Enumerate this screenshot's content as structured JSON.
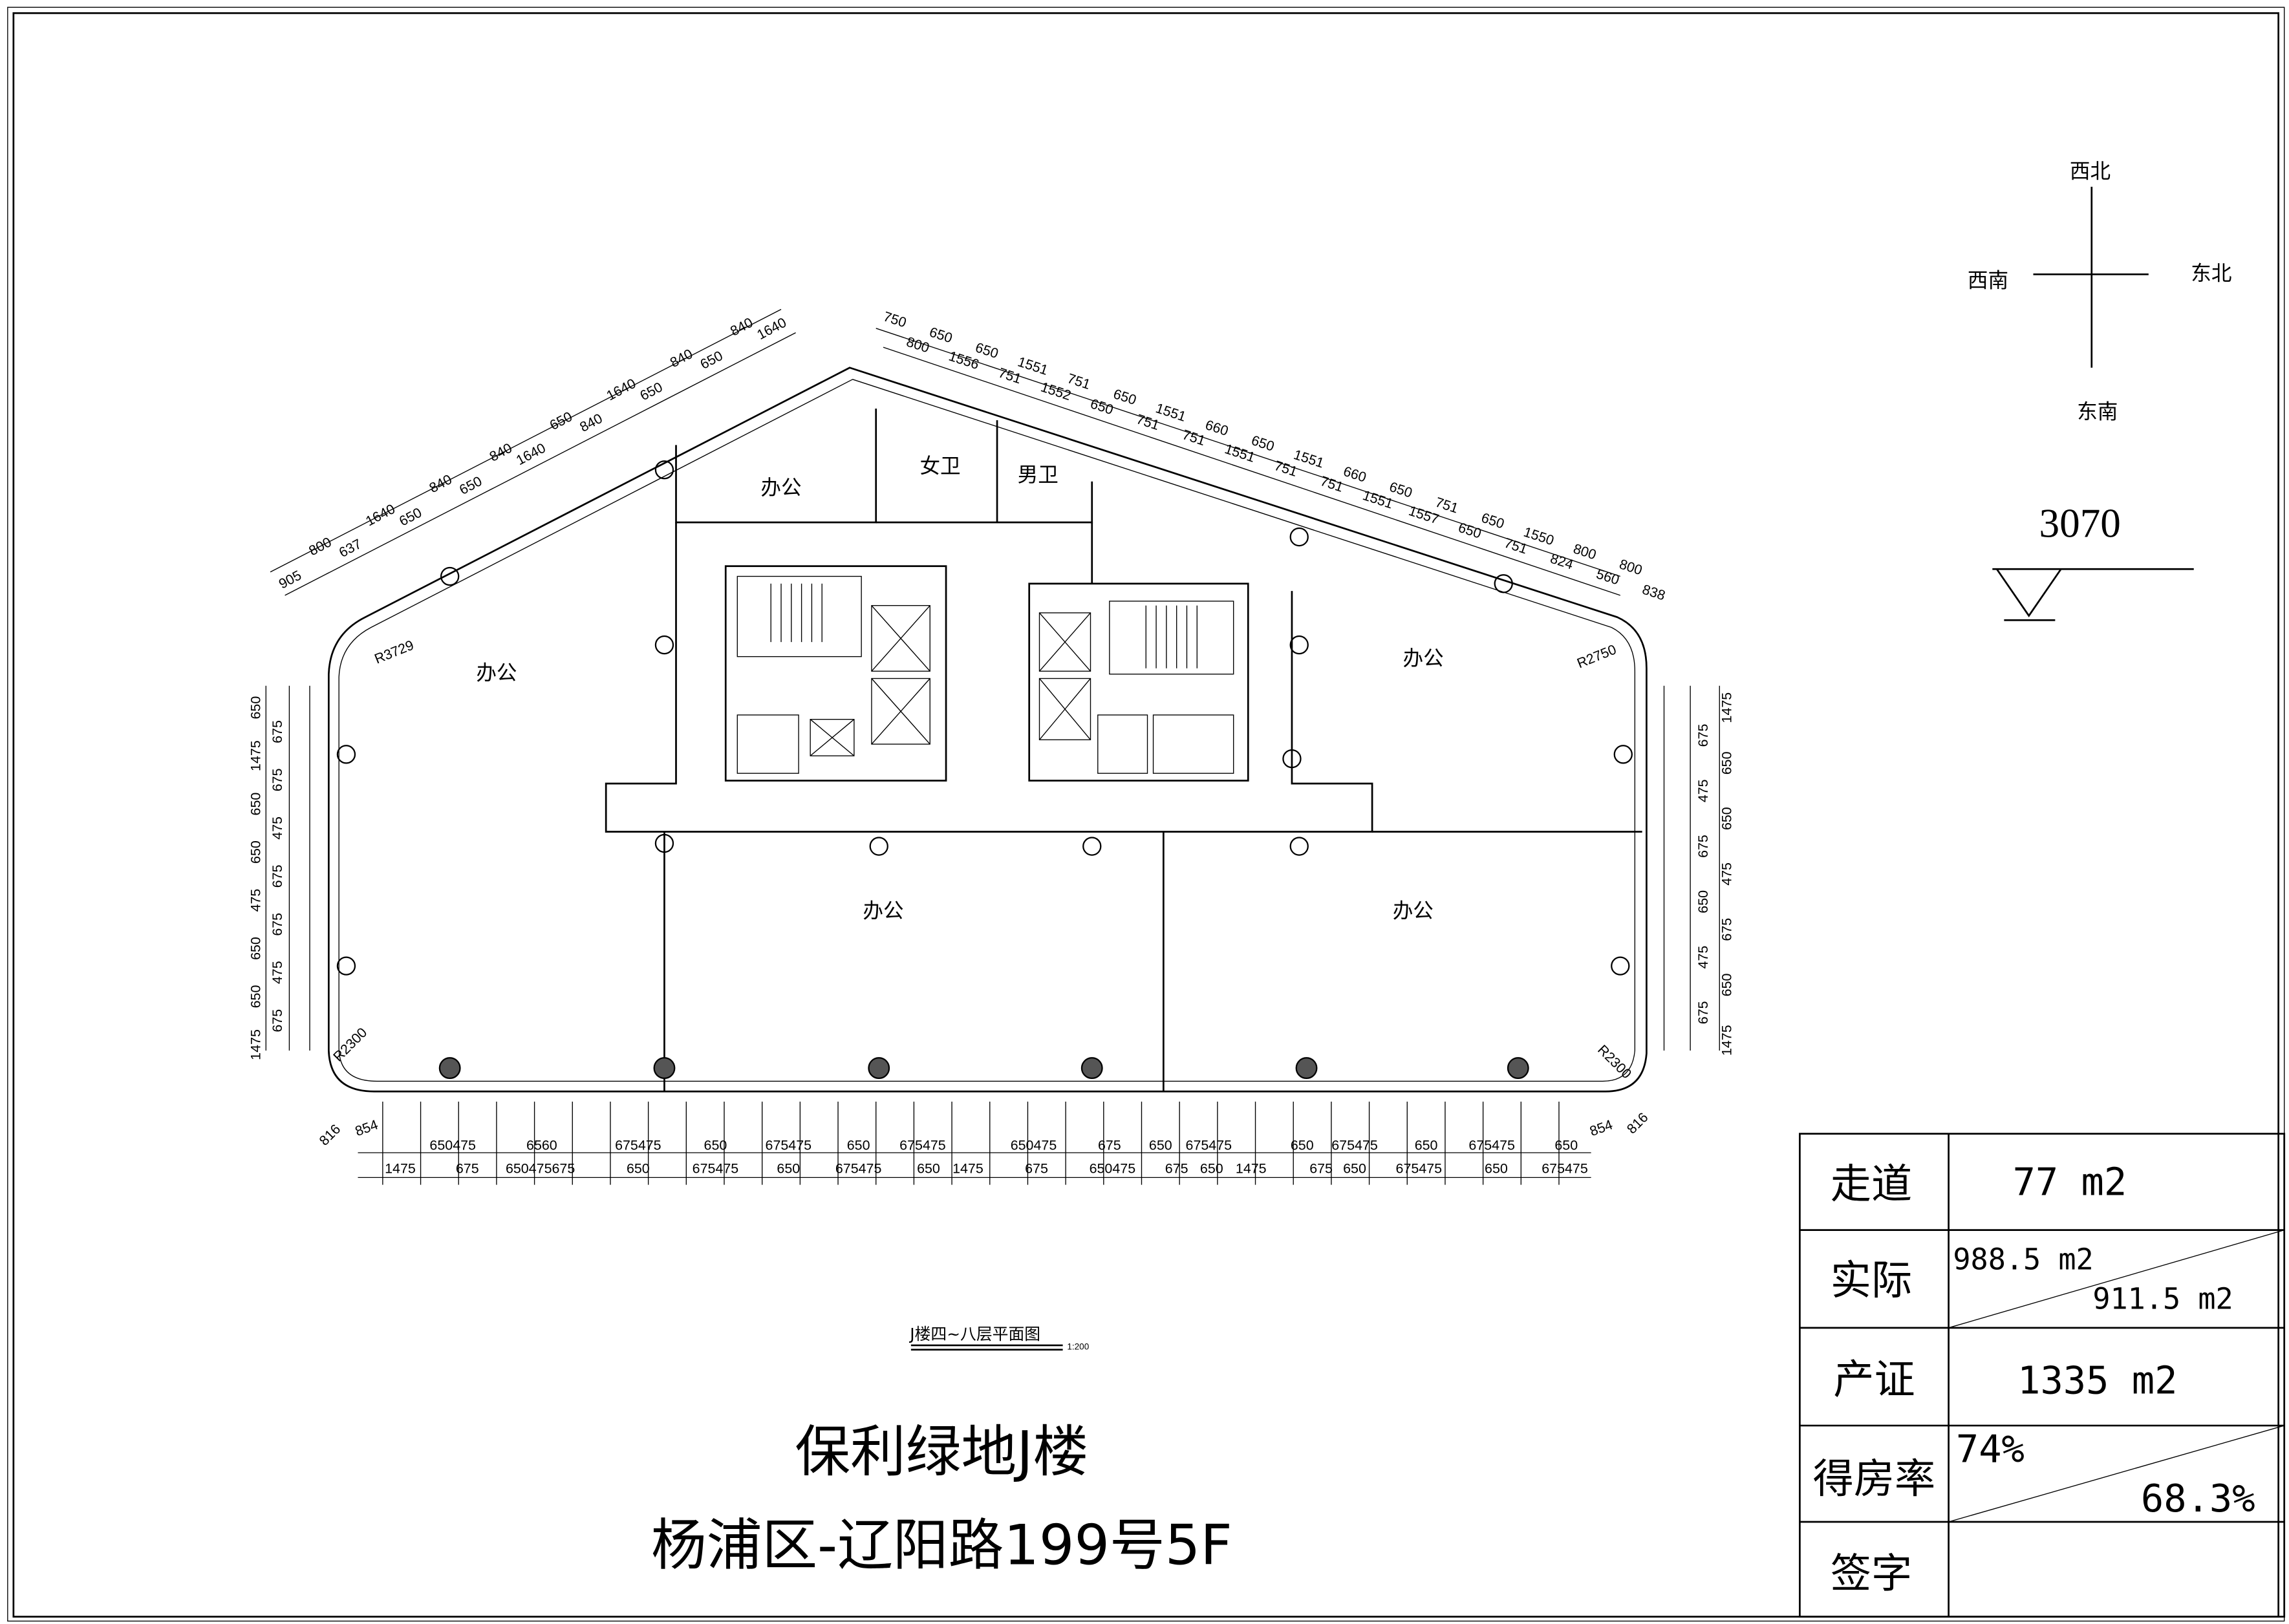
{
  "compass": {
    "nw": "西北",
    "sw": "西南",
    "ne": "东北",
    "se": "东南"
  },
  "elevation": {
    "value": "3070"
  },
  "rooms": {
    "office_top": "办公",
    "office_left": "办公",
    "office_right": "办公",
    "office_bottom_left": "办公",
    "office_bottom_right": "办公",
    "female_wc": "女卫",
    "male_wc": "男卫"
  },
  "radii": [
    "R3729",
    "R2750",
    "R2300",
    "R2300"
  ],
  "dims": {
    "bottom_row1": [
      "650475",
      "6560",
      "675475",
      "650",
      "675475",
      "650",
      "675475",
      "650475",
      "675",
      "650",
      "675475",
      "650",
      "675475",
      "650",
      "675475",
      "650"
    ],
    "bottom_row2": [
      "1475",
      "675",
      "650475675",
      "650",
      "675475",
      "650",
      "675475",
      "650",
      "1475",
      "675",
      "650475",
      "675",
      "650",
      "1475",
      "675",
      "650",
      "675475",
      "650",
      "675475"
    ],
    "bottom_corners": [
      "854",
      "816",
      "854",
      "816"
    ],
    "left_col": [
      "650",
      "675",
      "1475",
      "675",
      "650",
      "475",
      "650",
      "675",
      "475",
      "675",
      "650",
      "475",
      "650",
      "675",
      "1475"
    ],
    "right_col": [
      "1475",
      "675",
      "650",
      "475",
      "650",
      "675",
      "475",
      "650",
      "675",
      "475",
      "650",
      "675",
      "1475"
    ],
    "top_left": [
      "905",
      "800",
      "637",
      "1640",
      "650",
      "840",
      "650",
      "840",
      "1640",
      "650",
      "840",
      "1640",
      "650",
      "840",
      "650",
      "840",
      "1640"
    ],
    "top_right": [
      "750",
      "800",
      "650",
      "1556",
      "650",
      "751",
      "1551",
      "1552",
      "751",
      "650",
      "650",
      "751",
      "1551",
      "751",
      "660",
      "1551",
      "650",
      "751",
      "1551",
      "751",
      "660",
      "1551",
      "650",
      "1557",
      "751",
      "650",
      "650",
      "751",
      "1550",
      "824",
      "800",
      "560",
      "800",
      "838"
    ]
  },
  "drawing_title": {
    "name": "J楼四~八层平面图",
    "scale": "1:200"
  },
  "title": {
    "line1": "保利绿地J楼",
    "line2": "杨浦区-辽阳路199号5F"
  },
  "area_table": {
    "rows": [
      {
        "label": "走道",
        "value": "77 m2"
      },
      {
        "label": "实际",
        "value_top": "988.5 m2",
        "value_bottom": "911.5 m2"
      },
      {
        "label": "产证",
        "value": "1335 m2"
      },
      {
        "label": "得房率",
        "value_top": "74%",
        "value_bottom": "68.3%"
      },
      {
        "label": "签字",
        "value": ""
      }
    ]
  }
}
